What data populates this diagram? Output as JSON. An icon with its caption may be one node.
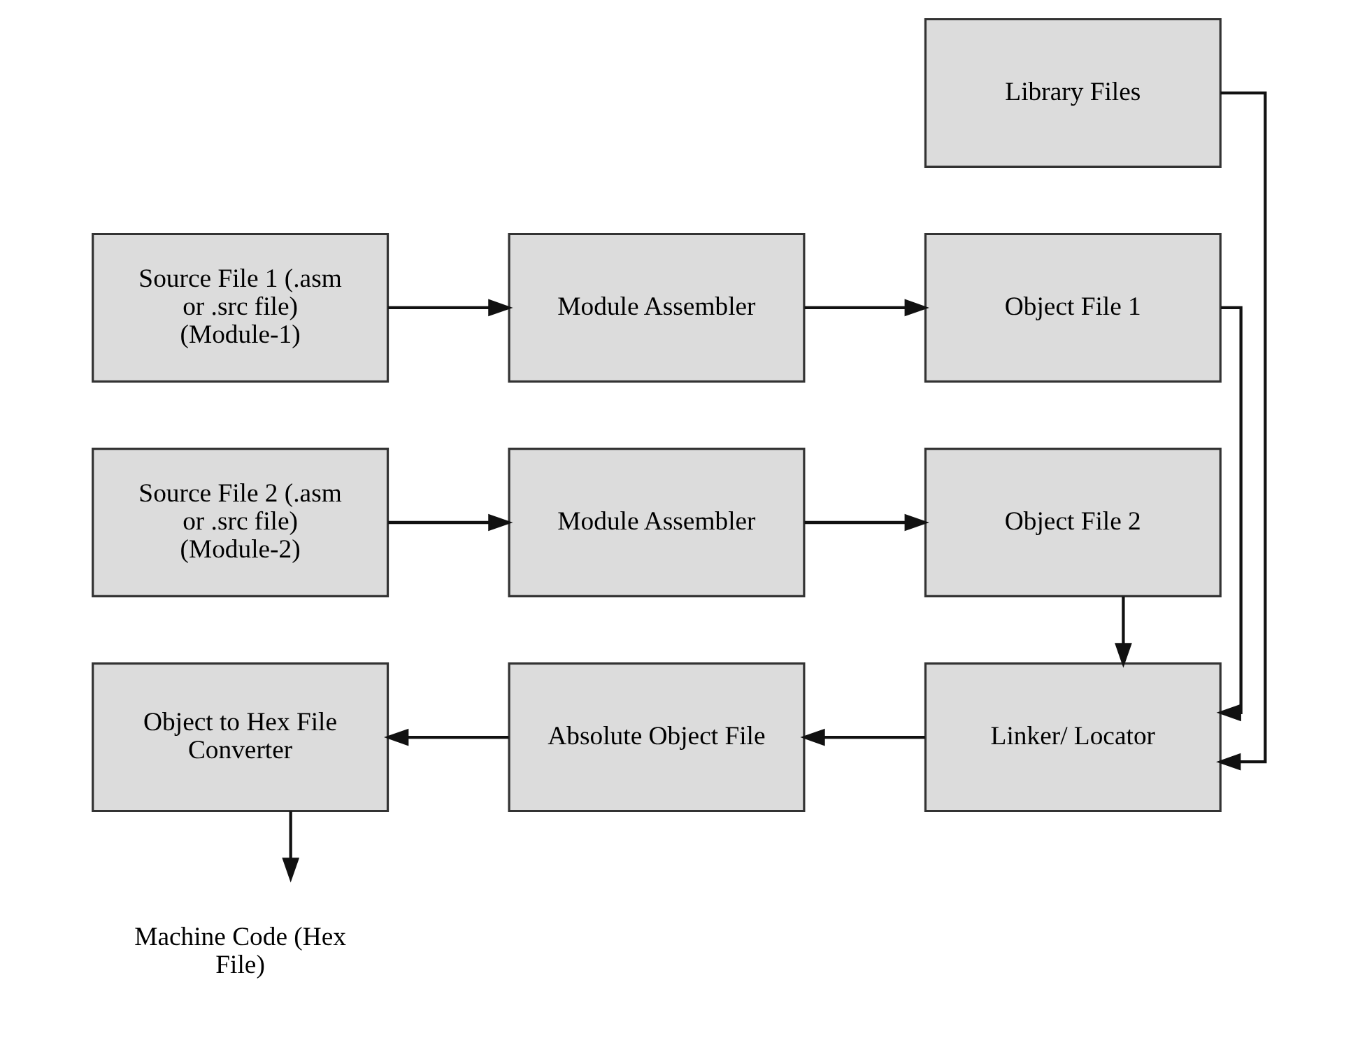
{
  "diagram": {
    "nodes": [
      {
        "text": [
          "Library Files"
        ]
      },
      {
        "text": [
          "Source File 1 (.asm or .src file) (Module-1)"
        ]
      },
      {
        "text": [
          "Module Assembler"
        ]
      },
      {
        "text": [
          "Object File 1"
        ]
      },
      {
        "text": [
          "Source File 2 (.asm or .src file) (Module-2)"
        ]
      },
      {
        "text": [
          "Module Assembler"
        ]
      },
      {
        "text": [
          "Object File 2"
        ]
      },
      {
        "text": [
          "Object to Hex File Converter"
        ]
      },
      {
        "text": [
          "Absolute Object File"
        ]
      },
      {
        "text": [
          "Linker/ Locator"
        ]
      },
      {
        "text": [
          "Machine Code (Hex File)"
        ]
      }
    ],
    "edges": [
      {
        "from": 1,
        "to": 2,
        "arrow": "to"
      },
      {
        "from": 2,
        "to": 3,
        "arrow": "to"
      },
      {
        "from": 4,
        "to": 5,
        "arrow": "to"
      },
      {
        "from": 5,
        "to": 6,
        "arrow": "to"
      },
      {
        "from": 0,
        "to": 9,
        "arrow": "to"
      },
      {
        "from": 3,
        "to": 9,
        "arrow": "to"
      },
      {
        "from": 6,
        "to": 9,
        "arrow": "to"
      },
      {
        "from": 9,
        "to": 8,
        "arrow": "to"
      },
      {
        "from": 8,
        "to": 7,
        "arrow": "to"
      },
      {
        "from": 7,
        "to": 10,
        "arrow": "to"
      }
    ]
  }
}
